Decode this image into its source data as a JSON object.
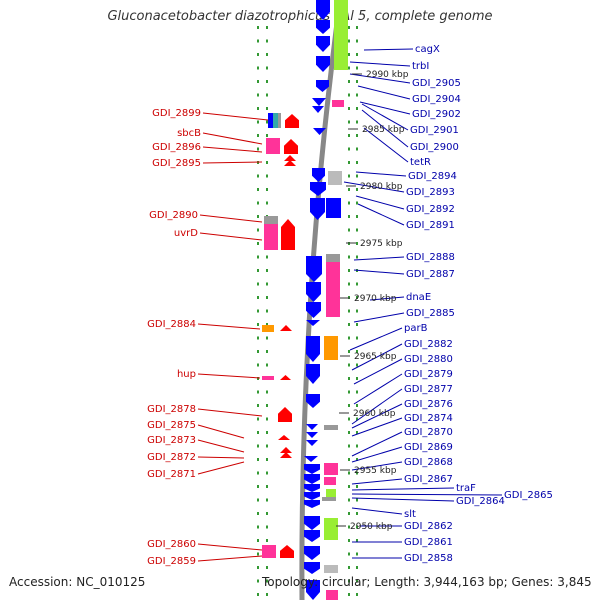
{
  "title": "Gluconacetobacter diazotrophicus PAl 5, complete genome",
  "accession": "Accession: NC_010125",
  "topology": "Topology: circular; Length: 3,944,163 bp; Genes: 3,845",
  "colors": {
    "forward": "#ff0000",
    "reverse": "#0000ff",
    "left_label": "#cc0000",
    "right_label": "#0000aa",
    "backbone": "#999999",
    "dot": "#339933",
    "magenta": "#ff3399",
    "green": "#99ee33",
    "orange": "#ff9900",
    "gray": "#999999",
    "teal": "#33aaaa"
  },
  "kbp_labels": [
    "2990 kbp",
    "2985 kbp",
    "2980 kbp",
    "2975 kbp",
    "2970 kbp",
    "2965 kbp",
    "2960 kbp",
    "2955 kbp",
    "2950 kbp"
  ],
  "left_labels": [
    "GDI_2899",
    "sbcB",
    "GDI_2896",
    "GDI_2895",
    "GDI_2890",
    "uvrD",
    "GDI_2884",
    "hup",
    "GDI_2878",
    "GDI_2875",
    "GDI_2873",
    "GDI_2872",
    "GDI_2871",
    "GDI_2860",
    "GDI_2859"
  ],
  "right_labels": [
    "cagX",
    "trbI",
    "GDI_2905",
    "GDI_2904",
    "GDI_2902",
    "GDI_2901",
    "GDI_2900",
    "tetR",
    "GDI_2894",
    "GDI_2893",
    "GDI_2892",
    "GDI_2891",
    "GDI_2888",
    "GDI_2887",
    "dnaE",
    "GDI_2885",
    "parB",
    "GDI_2882",
    "GDI_2880",
    "GDI_2879",
    "GDI_2877",
    "GDI_2876",
    "GDI_2874",
    "GDI_2870",
    "GDI_2869",
    "GDI_2868",
    "GDI_2867",
    "traF",
    "GDI_2865",
    "GDI_2864",
    "slt",
    "GDI_2862",
    "GDI_2861",
    "GDI_2858"
  ]
}
